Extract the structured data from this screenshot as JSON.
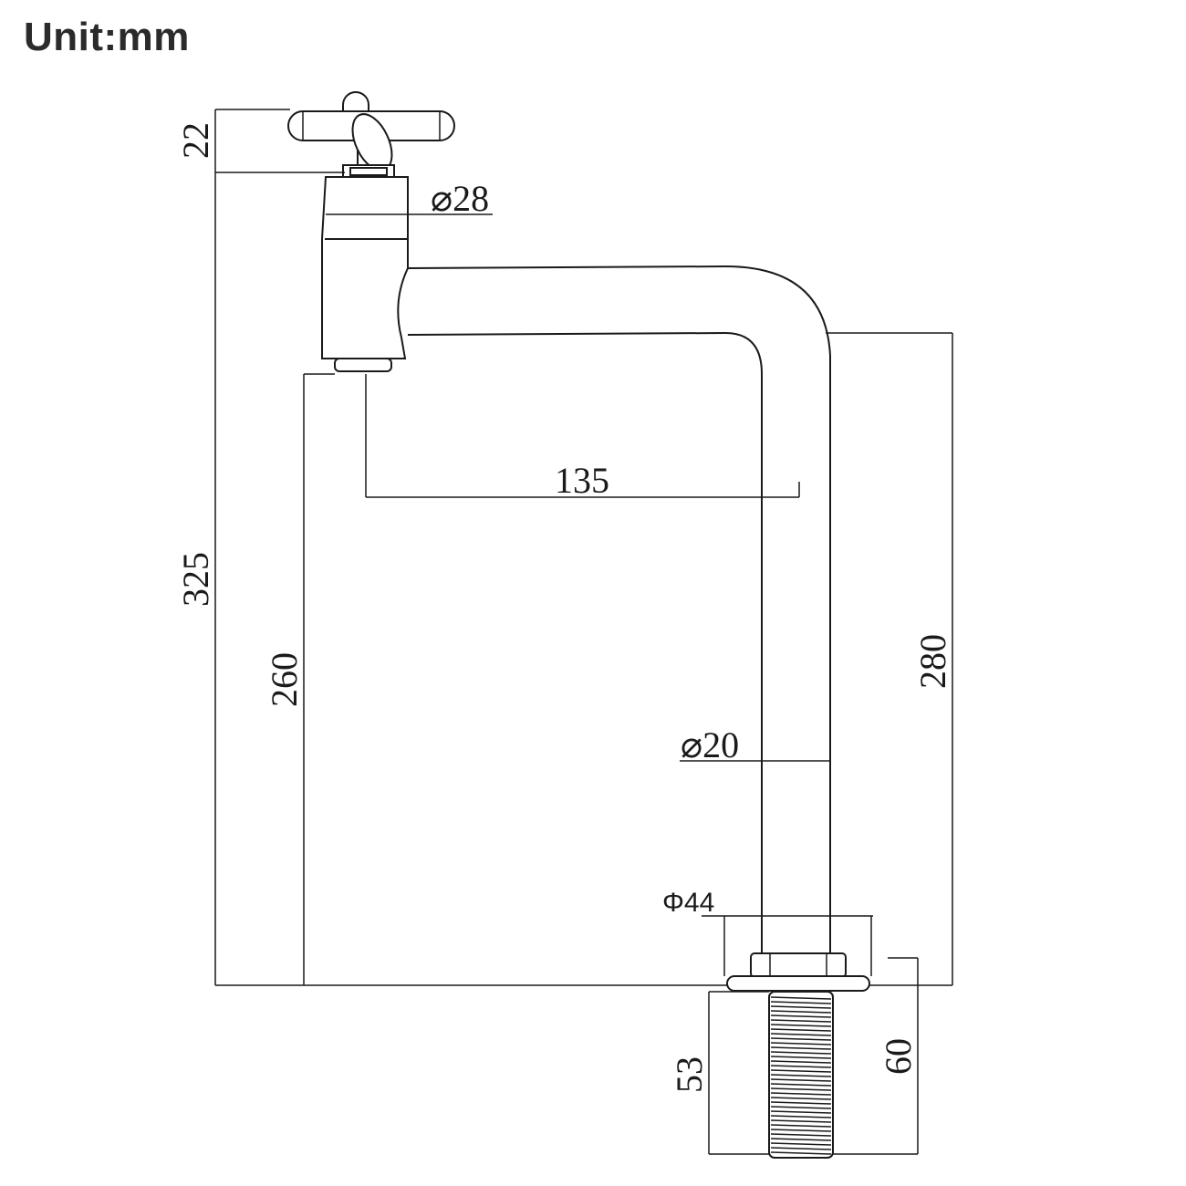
{
  "unit_label": "Unit:mm",
  "dimensions": {
    "handle_height": "22",
    "body_diameter": "⌀28",
    "total_height": "325",
    "spout_height": "260",
    "reach": "135",
    "tube_height": "280",
    "tube_diameter": "⌀20",
    "base_diameter": "Φ44",
    "thread_length": "53",
    "shank_length": "60"
  }
}
